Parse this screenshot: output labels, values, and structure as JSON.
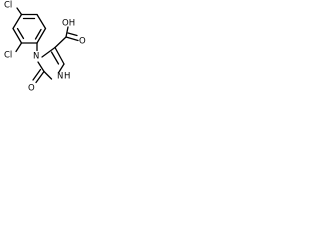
{
  "molecule": {
    "atom_labels": {
      "cl_top": "Cl",
      "cl_left": "Cl",
      "carboxyl": "OH",
      "carboxyl_oxygen": "O",
      "nitrogen_1": "N",
      "nitrogen_2": "N",
      "nh_hydrogen": "H",
      "carbonyl_oxygen": "O"
    }
  }
}
